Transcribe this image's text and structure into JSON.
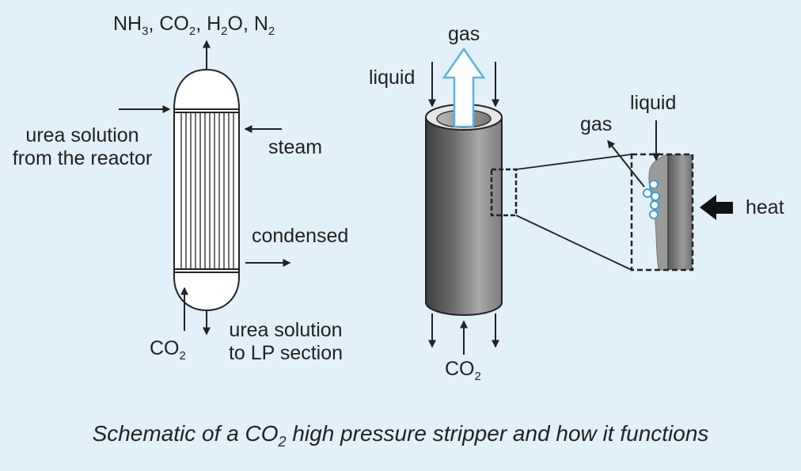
{
  "left_diagram": {
    "top_outputs": {
      "nh": "NH",
      "nh_sub": "3",
      "co": ", CO",
      "co_sub": "2",
      "h": ", H",
      "h_sub": "2",
      "o_n": "O, N",
      "n_sub": "2"
    },
    "urea_solution_in_line1": "urea solution",
    "urea_solution_in_line2": "from the reactor",
    "steam": "steam",
    "condensed": "condensed",
    "co2_in": "CO",
    "co2_in_sub": "2",
    "urea_solution_out_line1": "urea solution",
    "urea_solution_out_line2": "to LP section"
  },
  "right_diagram": {
    "gas_top": "gas",
    "liquid_top": "liquid",
    "gas_detail": "gas",
    "liquid_detail": "liquid",
    "heat": "heat",
    "co2_bottom": "CO",
    "co2_bottom_sub": "2"
  },
  "caption": {
    "prefix": "Schematic of a CO",
    "sub": "2",
    "suffix": " high pressure stripper and how it functions"
  },
  "colors": {
    "background": "#e2f0f9",
    "line": "#222222",
    "gas_arrow_fill": "#ffffff",
    "gas_arrow_stroke": "#5bb2e0",
    "bubble_stroke": "#3f9fd8",
    "tube_dark": "#555555",
    "tube_light": "#a8a8a8"
  }
}
